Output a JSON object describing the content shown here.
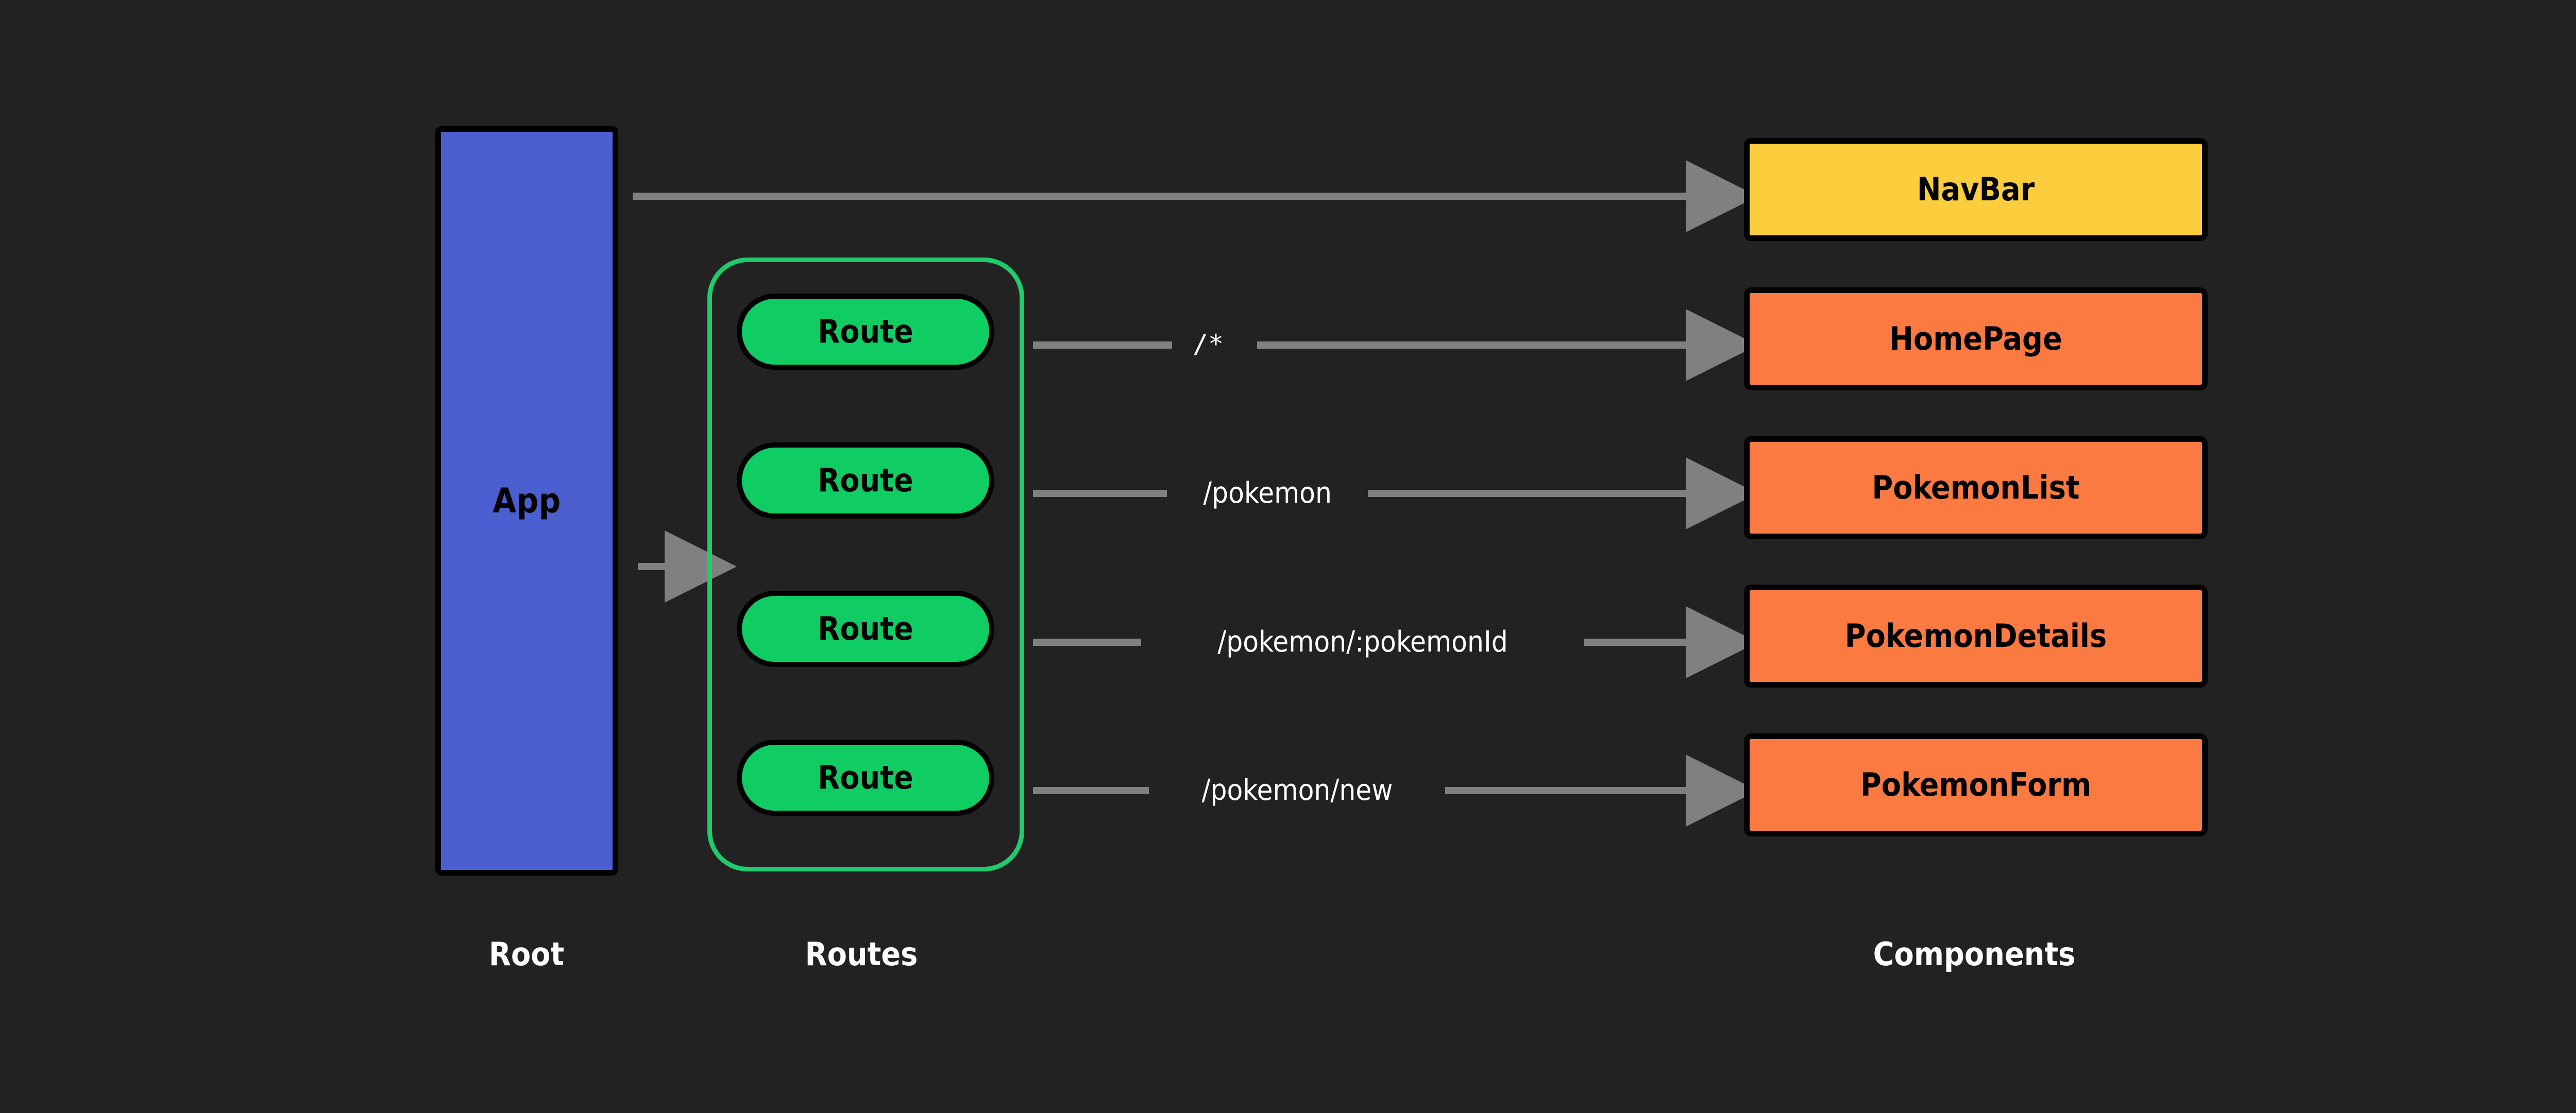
{
  "diagram": {
    "background_color": "#222222",
    "root": {
      "caption": "Root",
      "node": {
        "label": "App",
        "fill": "#4B5FD1",
        "text_color": "#000000"
      }
    },
    "routes": {
      "caption": "Routes",
      "group_border_color": "#1FCB6C",
      "pill_fill": "#0FCC63",
      "items": [
        {
          "label": "Route"
        },
        {
          "label": "Route"
        },
        {
          "label": "Route"
        },
        {
          "label": "Route"
        }
      ]
    },
    "components": {
      "caption": "Components",
      "items": [
        {
          "label": "NavBar",
          "fill": "#FCCE3E"
        },
        {
          "label": "HomePage",
          "fill": "#FB7A42"
        },
        {
          "label": "PokemonList",
          "fill": "#FB7A42"
        },
        {
          "label": "PokemonDetails",
          "fill": "#FB7A42"
        },
        {
          "label": "PokemonForm",
          "fill": "#FB7A42"
        }
      ]
    },
    "edges": {
      "arrow_color": "#808080",
      "labels": [
        {
          "text": "/*",
          "mono": true
        },
        {
          "text": "/pokemon",
          "mono": false
        },
        {
          "text": "/pokemon/:pokemonId",
          "mono": false
        },
        {
          "text": "/pokemon/new",
          "mono": false
        }
      ]
    }
  }
}
